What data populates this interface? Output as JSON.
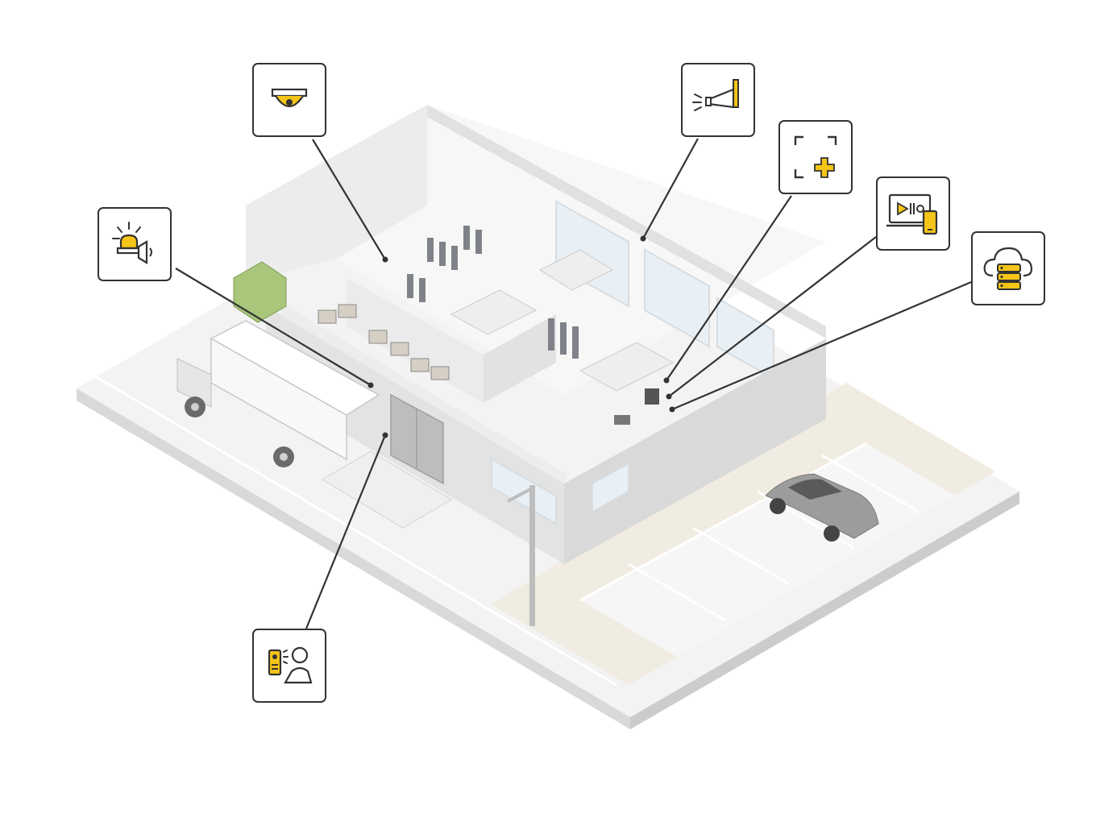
{
  "diagram": {
    "type": "isometric retail store security system overview",
    "colors": {
      "accent": "#f5c518",
      "line": "#333333",
      "floor": "#f4f4f4",
      "wall": "#e6e6e6",
      "sidewalk": "#f1ece1"
    },
    "callouts": [
      {
        "id": "dome-camera",
        "icon": "dome-camera-icon"
      },
      {
        "id": "strobe-siren",
        "icon": "strobe-siren-icon"
      },
      {
        "id": "intercom-access",
        "icon": "intercom-access-icon"
      },
      {
        "id": "horn-speaker",
        "icon": "horn-speaker-icon"
      },
      {
        "id": "add-device",
        "icon": "add-device-icon"
      },
      {
        "id": "video-management",
        "icon": "video-management-icon"
      },
      {
        "id": "cloud-storage",
        "icon": "cloud-storage-icon"
      }
    ]
  }
}
